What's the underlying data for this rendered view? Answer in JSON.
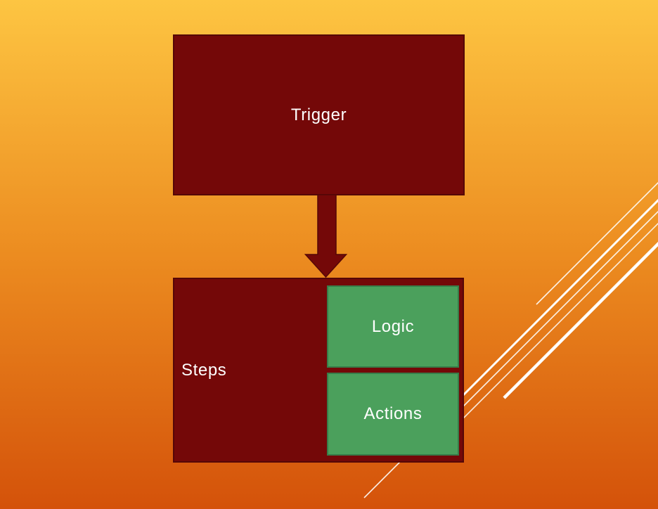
{
  "slide": {
    "type_hint": "presentation-diagram-slide"
  },
  "diagram": {
    "trigger": {
      "label": "Trigger"
    },
    "steps": {
      "label": "Steps",
      "children": [
        {
          "label": "Logic"
        },
        {
          "label": "Actions"
        }
      ]
    },
    "connector": "arrow-down"
  },
  "colors": {
    "bg_top": "#fdc542",
    "bg_mid": "#ec8c20",
    "bg_bottom": "#d4520a",
    "box_fill": "#740808",
    "box_border": "#550707",
    "green_fill": "#4ba05c",
    "green_border": "#387c49",
    "text": "#ffffff",
    "deco_line": "#ffffff"
  }
}
